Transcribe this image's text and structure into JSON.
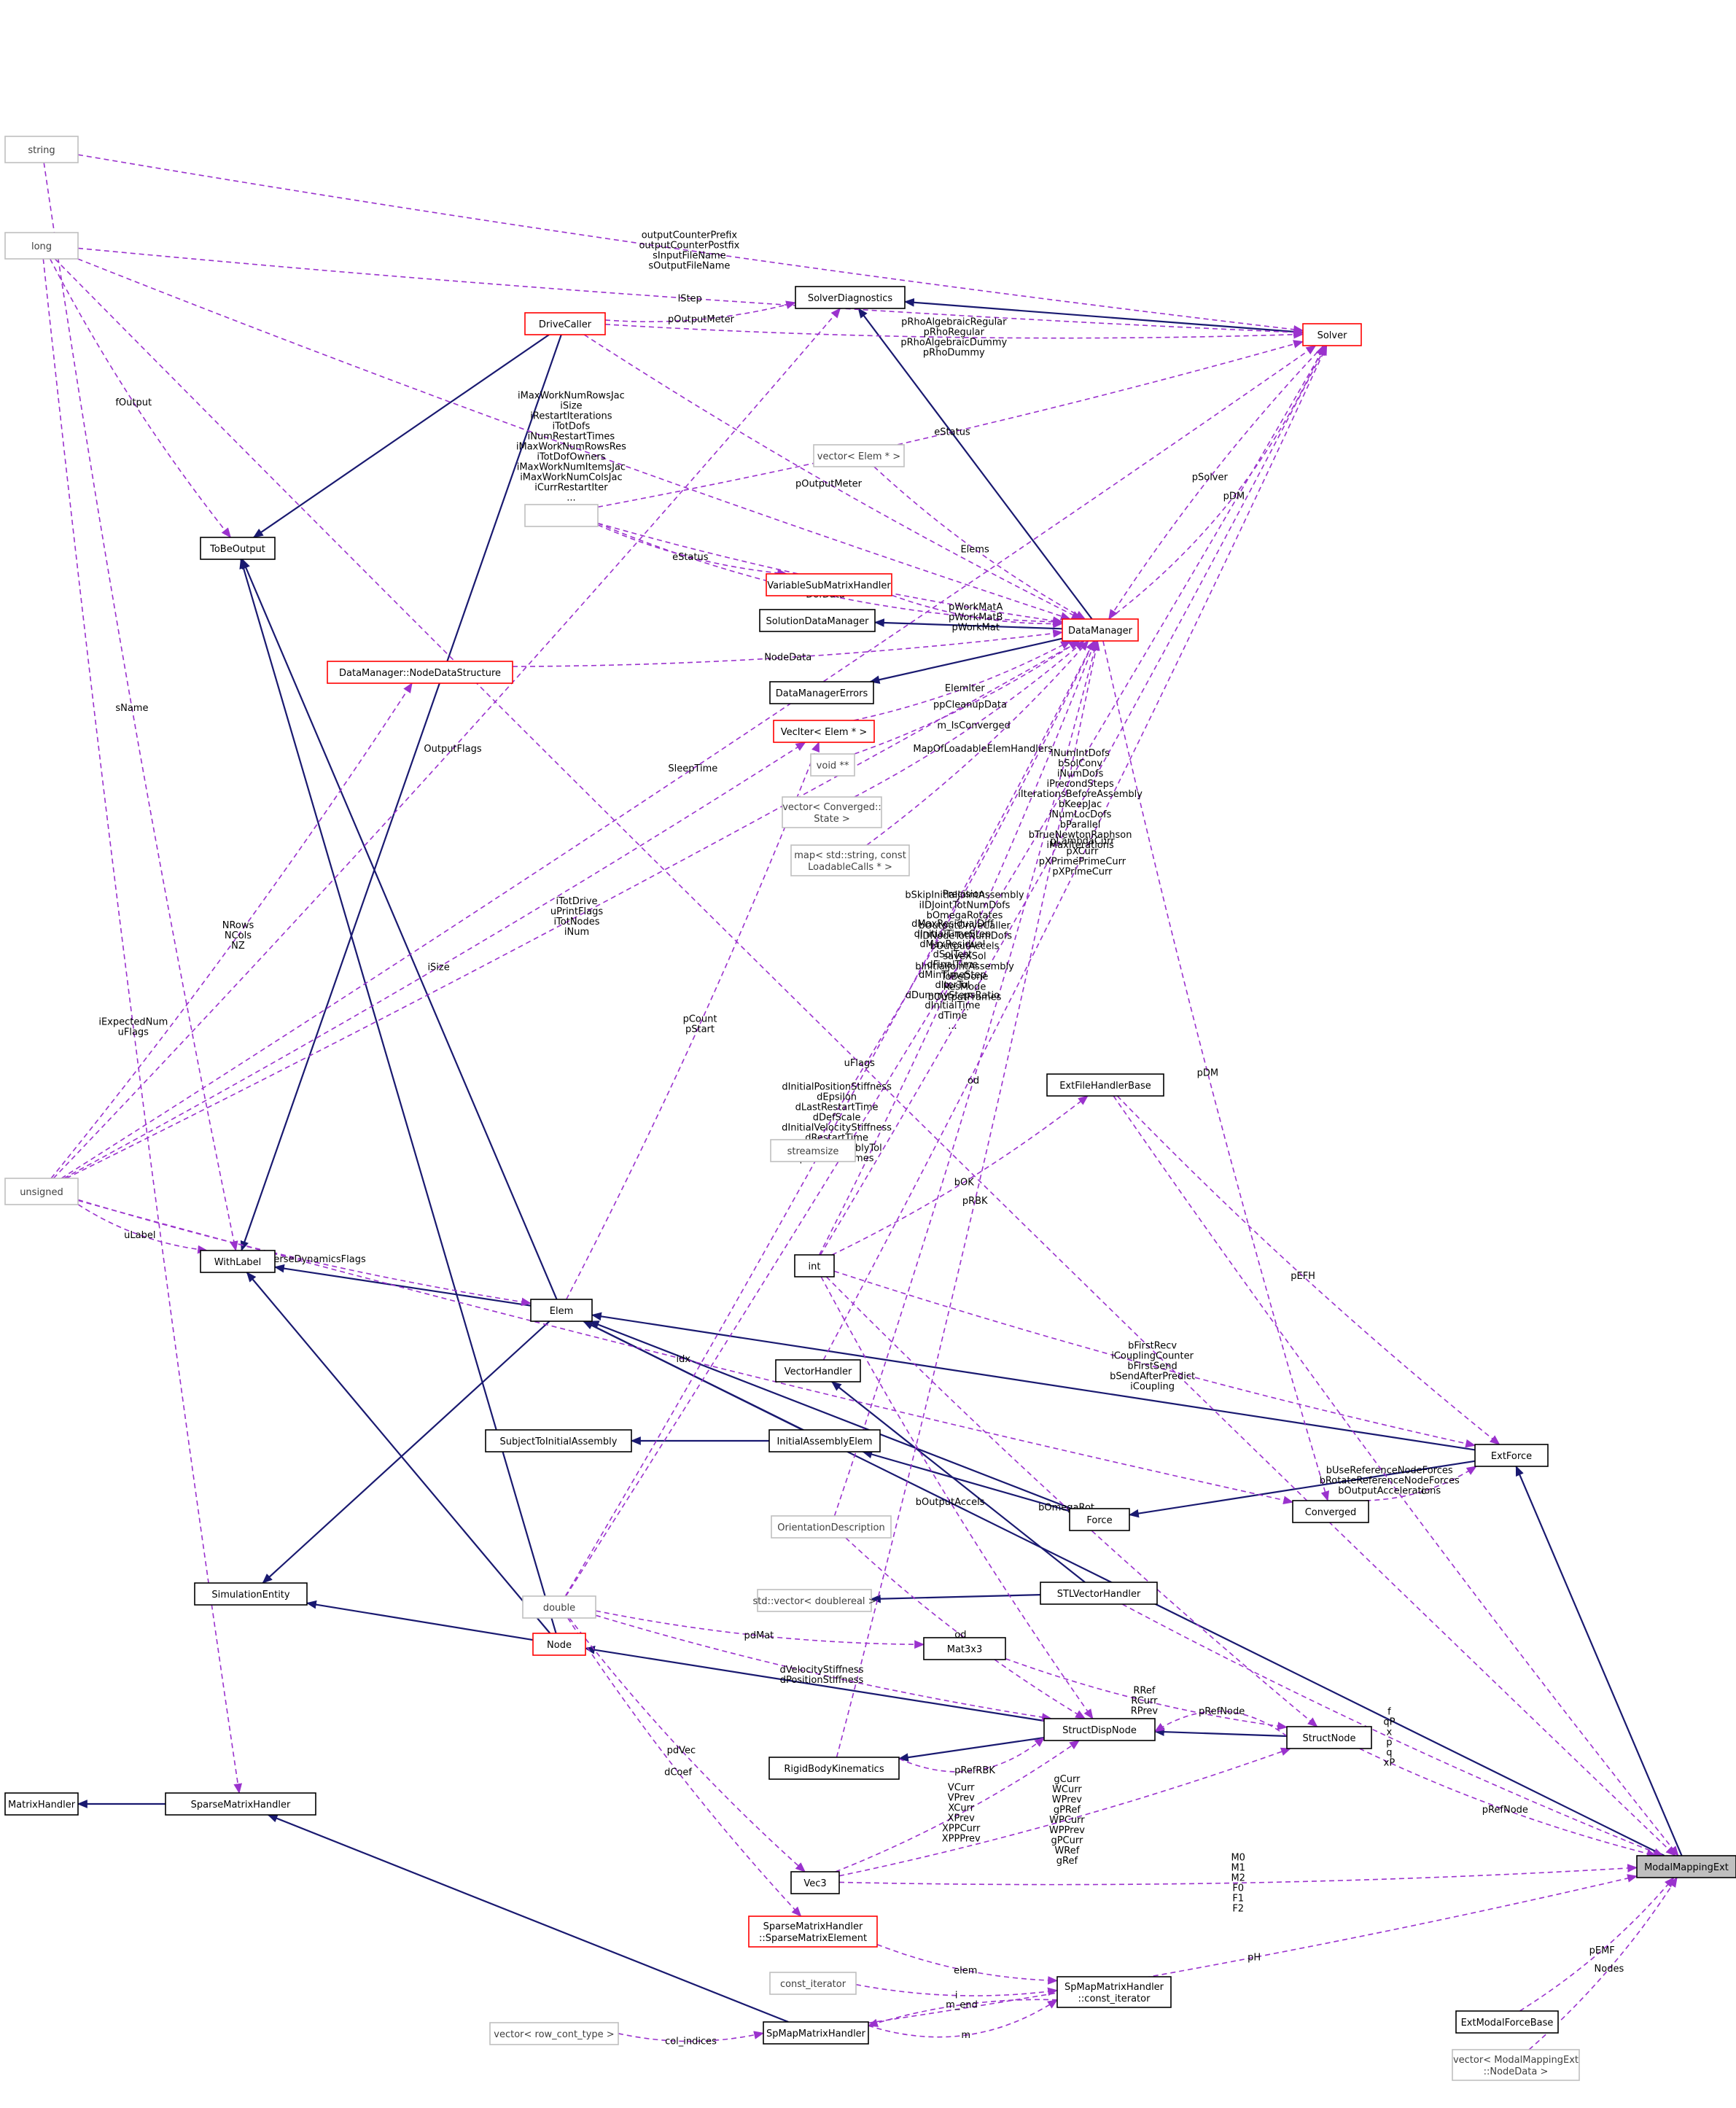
{
  "nodes": {
    "string": {
      "label": "string",
      "style": "gray"
    },
    "long": {
      "label": "long",
      "style": "gray"
    },
    "unsigned": {
      "label": "unsigned",
      "style": "gray"
    },
    "matrix_handler": {
      "label": "MatrixHandler",
      "style": "normal"
    },
    "sparse_matrix_handler": {
      "label": "SparseMatrixHandler",
      "style": "normal"
    },
    "to_be_output": {
      "label": "ToBeOutput",
      "style": "normal"
    },
    "with_label": {
      "label": "WithLabel",
      "style": "normal"
    },
    "simulation_entity": {
      "label": "SimulationEntity",
      "style": "normal"
    },
    "drive_caller": {
      "label": "DriveCaller",
      "style": "red"
    },
    "data_manager_node_data_structure": {
      "label": "DataManager::NodeDataStructure",
      "style": "red"
    },
    "subject_to_initial_assembly": {
      "label": "SubjectToInitialAssembly",
      "style": "normal"
    },
    "elem": {
      "label": "Elem",
      "style": "normal"
    },
    "node": {
      "label": "Node",
      "style": "red"
    },
    "double": {
      "label": "double",
      "style": "gray"
    },
    "solver_diagnostics": {
      "label": "SolverDiagnostics",
      "style": "normal"
    },
    "vector_elem_ptr": {
      "label": "vector< Elem * >",
      "style": "gray"
    },
    "empty_type": {
      "label": "",
      "style": "gray"
    },
    "variable_sub_matrix_handler": {
      "label": "VariableSubMatrixHandler",
      "style": "red"
    },
    "solution_data_manager": {
      "label": "SolutionDataManager",
      "style": "normal"
    },
    "data_manager_errors": {
      "label": "DataManagerErrors",
      "style": "normal"
    },
    "vec_iter_elem": {
      "label": "VecIter< Elem * >",
      "style": "red"
    },
    "void_ptr_ptr": {
      "label": "void **",
      "style": "gray"
    },
    "vector_converged_state": {
      "label_lines": [
        "vector< Converged::",
        "State >"
      ],
      "style": "gray"
    },
    "map_loadable_calls": {
      "label_lines": [
        "map< std::string, const",
        "LoadableCalls * >"
      ],
      "style": "gray"
    },
    "streamsize": {
      "label": "streamsize",
      "style": "gray"
    },
    "int": {
      "label": "int",
      "style": "normal"
    },
    "vector_handler": {
      "label": "VectorHandler",
      "style": "normal"
    },
    "initial_assembly_elem": {
      "label": "InitialAssemblyElem",
      "style": "normal"
    },
    "orientation_description": {
      "label": "OrientationDescription",
      "style": "gray"
    },
    "std_vector_doublereal": {
      "label": "std::vector< doublereal >",
      "style": "gray"
    },
    "mat3x3": {
      "label": "Mat3x3",
      "style": "normal"
    },
    "rigid_body_kinematics": {
      "label": "RigidBodyKinematics",
      "style": "normal"
    },
    "vec3": {
      "label": "Vec3",
      "style": "normal"
    },
    "sparse_matrix_element": {
      "label_lines": [
        "SparseMatrixHandler",
        "::SparseMatrixElement"
      ],
      "style": "red"
    },
    "const_iterator": {
      "label": "const_iterator",
      "style": "gray"
    },
    "vector_row_cont_type": {
      "label": "vector< row_cont_type >",
      "style": "gray"
    },
    "sp_map_matrix_handler": {
      "label": "SpMapMatrixHandler",
      "style": "normal"
    },
    "sp_map_const_iterator": {
      "label_lines": [
        "SpMapMatrixHandler",
        "::const_iterator"
      ],
      "style": "normal"
    },
    "data_manager": {
      "label": "DataManager",
      "style": "red"
    },
    "solver": {
      "label": "Solver",
      "style": "red"
    },
    "ext_file_handler_base": {
      "label": "ExtFileHandlerBase",
      "style": "normal"
    },
    "ext_force": {
      "label": "ExtForce",
      "style": "normal"
    },
    "converged": {
      "label": "Converged",
      "style": "normal"
    },
    "force": {
      "label": "Force",
      "style": "normal"
    },
    "stl_vector_handler": {
      "label": "STLVectorHandler",
      "style": "normal"
    },
    "struct_disp_node": {
      "label": "StructDispNode",
      "style": "normal"
    },
    "struct_node": {
      "label": "StructNode",
      "style": "normal"
    },
    "modal_mapping_ext": {
      "label": "ModalMappingExt",
      "style": "highlight"
    },
    "ext_modal_force_base": {
      "label": "ExtModalForceBase",
      "style": "normal"
    },
    "vector_modal_mapping_node_data": {
      "label_lines": [
        "vector< ModalMappingExt",
        "::NodeData >"
      ],
      "style": "gray"
    }
  },
  "edges": [
    {
      "from": "matrix_handler",
      "to": "sparse_matrix_handler",
      "kind": "inherit",
      "label": []
    },
    {
      "from": "sparse_matrix_handler",
      "to": "sp_map_matrix_handler",
      "kind": "inherit",
      "label": []
    },
    {
      "from": "to_be_output",
      "to": "drive_caller",
      "kind": "inherit",
      "label": []
    },
    {
      "from": "to_be_output",
      "to": "elem",
      "kind": "inherit",
      "label": []
    },
    {
      "from": "to_be_output",
      "to": "node",
      "kind": "inherit",
      "label": []
    },
    {
      "from": "with_label",
      "to": "drive_caller",
      "kind": "inherit",
      "label": []
    },
    {
      "from": "with_label",
      "to": "elem",
      "kind": "inherit",
      "label": []
    },
    {
      "from": "with_label",
      "to": "node",
      "kind": "inherit",
      "label": []
    },
    {
      "from": "simulation_entity",
      "to": "elem",
      "kind": "inherit",
      "label": []
    },
    {
      "from": "simulation_entity",
      "to": "node",
      "kind": "inherit",
      "label": []
    },
    {
      "from": "elem",
      "to": "initial_assembly_elem",
      "kind": "inherit",
      "label": []
    },
    {
      "from": "elem",
      "to": "force",
      "kind": "inherit",
      "label": []
    },
    {
      "from": "elem",
      "to": "ext_force",
      "kind": "inherit",
      "label": []
    },
    {
      "from": "elem",
      "to": "modal_mapping_ext",
      "kind": "inherit",
      "label": []
    },
    {
      "from": "subject_to_initial_assembly",
      "to": "initial_assembly_elem",
      "kind": "inherit",
      "label": []
    },
    {
      "from": "initial_assembly_elem",
      "to": "force",
      "kind": "inherit",
      "label": []
    },
    {
      "from": "force",
      "to": "ext_force",
      "kind": "inherit",
      "label": []
    },
    {
      "from": "ext_force",
      "to": "modal_mapping_ext",
      "kind": "inherit",
      "label": []
    },
    {
      "from": "solver_diagnostics",
      "to": "data_manager",
      "kind": "inherit",
      "label": []
    },
    {
      "from": "solver_diagnostics",
      "to": "solver",
      "kind": "inherit",
      "label": []
    },
    {
      "from": "solution_data_manager",
      "to": "data_manager",
      "kind": "inherit",
      "label": []
    },
    {
      "from": "data_manager_errors",
      "to": "data_manager",
      "kind": "inherit",
      "label": []
    },
    {
      "from": "vector_handler",
      "to": "stl_vector_handler",
      "kind": "inherit",
      "label": []
    },
    {
      "from": "std_vector_doublereal",
      "to": "stl_vector_handler",
      "kind": "inherit",
      "label": []
    },
    {
      "from": "node",
      "to": "struct_disp_node",
      "kind": "inherit",
      "label": []
    },
    {
      "from": "struct_disp_node",
      "to": "struct_node",
      "kind": "inherit",
      "label": []
    },
    {
      "from": "rigid_body_kinematics",
      "to": "struct_disp_node",
      "kind": "inherit",
      "label": []
    },
    {
      "from": "string",
      "to": "solver",
      "kind": "use",
      "label": [
        "outputCounterPrefix",
        "outputCounterPostfix",
        "sInputFileName",
        "sOutputFileName"
      ]
    },
    {
      "from": "long",
      "to": "solver",
      "kind": "use",
      "label": [
        "lStep"
      ]
    },
    {
      "from": "string",
      "to": "with_label",
      "kind": "use",
      "label": [
        "sName"
      ]
    },
    {
      "from": "long",
      "to": "data_manager",
      "kind": "use",
      "label": [
        "iMaxWorkNumRowsJac",
        "iSize",
        "iRestartIterations",
        "iTotDofs",
        "iNumRestartTimes",
        "iMaxWorkNumRowsRes",
        "iTotDofOwners",
        "iMaxWorkNumItemsJac",
        "iMaxWorkNumColsJac",
        "iCurrRestartIter",
        "..."
      ]
    },
    {
      "from": "long",
      "to": "to_be_output",
      "kind": "use",
      "label": [
        "fOutput"
      ]
    },
    {
      "from": "long",
      "to": "modal_mapping_ext",
      "kind": "use",
      "label": [
        "uFlags"
      ]
    },
    {
      "from": "long",
      "to": "sparse_matrix_handler",
      "kind": "use",
      "label": [
        "iExpectedNum",
        "uFlags"
      ]
    },
    {
      "from": "drive_caller",
      "to": "solver",
      "kind": "use",
      "label": [
        "pRhoAlgebraicRegular",
        "pRhoRegular",
        "pRhoAlgebraicDummy",
        "pRhoDummy"
      ]
    },
    {
      "from": "drive_caller",
      "to": "solver_diagnostics",
      "kind": "use",
      "label": [
        "pOutputMeter"
      ]
    },
    {
      "from": "drive_caller",
      "to": "data_manager",
      "kind": "use",
      "label": [
        "pOutputMeter"
      ]
    },
    {
      "from": "unsigned",
      "to": "solver_diagnostics",
      "kind": "use",
      "label": [
        "OutputFlags"
      ]
    },
    {
      "from": "unsigned",
      "to": "data_manager",
      "kind": "use",
      "label": [
        "iTotDrive",
        "uPrintFlags",
        "iTotNodes",
        "iNum"
      ]
    },
    {
      "from": "unsigned",
      "to": "data_manager_node_data_structure",
      "kind": "use",
      "label": [
        "NRows",
        "NCols",
        "NZ"
      ]
    },
    {
      "from": "unsigned",
      "to": "vec_iter_elem",
      "kind": "use",
      "label": [
        "iSize"
      ]
    },
    {
      "from": "unsigned",
      "to": "solver",
      "kind": "use",
      "label": [
        "SleepTime"
      ]
    },
    {
      "from": "unsigned",
      "to": "with_label",
      "kind": "use",
      "label": [
        "uLabel"
      ]
    },
    {
      "from": "unsigned",
      "to": "elem",
      "kind": "use",
      "label": [
        "m_uInverseDynamicsFlags"
      ]
    },
    {
      "from": "unsigned",
      "to": "converged",
      "kind": "use",
      "label": [
        "idx"
      ]
    },
    {
      "from": "empty_type",
      "to": "solver",
      "kind": "use",
      "label": [
        "eStatus"
      ]
    },
    {
      "from": "empty_type",
      "to": "data_manager",
      "kind": "use",
      "label": [
        "DriveData"
      ]
    },
    {
      "from": "empty_type",
      "to": "data_manager",
      "kind": "use",
      "label": [
        "DofData"
      ]
    },
    {
      "from": "empty_type",
      "to": "variable_sub_matrix_handler",
      "kind": "use",
      "label": [
        "eStatus"
      ]
    },
    {
      "from": "vector_elem_ptr",
      "to": "data_manager",
      "kind": "use",
      "label": [
        "Elems"
      ]
    },
    {
      "from": "variable_sub_matrix_handler",
      "to": "data_manager",
      "kind": "use",
      "label": [
        "pWorkMatA",
        "pWorkMatB",
        "pWorkMat"
      ]
    },
    {
      "from": "data_manager_node_data_structure",
      "to": "data_manager",
      "kind": "use",
      "label": [
        "NodeData"
      ]
    },
    {
      "from": "vec_iter_elem",
      "to": "data_manager",
      "kind": "use",
      "label": [
        "ElemIter"
      ]
    },
    {
      "from": "void_ptr_ptr",
      "to": "data_manager",
      "kind": "use",
      "label": [
        "ppCleanupData"
      ]
    },
    {
      "from": "vector_converged_state",
      "to": "data_manager",
      "kind": "use",
      "label": [
        "m_IsConverged"
      ]
    },
    {
      "from": "map_loadable_calls",
      "to": "data_manager",
      "kind": "use",
      "label": [
        "MapOfLoadableElemHandlers"
      ]
    },
    {
      "from": "elem",
      "to": "vec_iter_elem",
      "kind": "use",
      "label": [
        "pCount",
        "pStart"
      ]
    },
    {
      "from": "solver",
      "to": "data_manager",
      "kind": "use",
      "label": [
        "pSolver"
      ]
    },
    {
      "from": "data_manager",
      "to": "solver",
      "kind": "use",
      "label": [
        "pDM"
      ]
    },
    {
      "from": "double",
      "to": "data_manager",
      "kind": "use",
      "label": [
        "dInitialPositionStiffness",
        "dEpsilon",
        "dLastRestartTime",
        "dDefScale",
        "dInitialVelocityStiffness",
        "dRestartTime",
        "dInitialAssemblyTol",
        "pdRestartTimes"
      ]
    },
    {
      "from": "double",
      "to": "solver",
      "kind": "use",
      "label": [
        "dMaxResidualDiff",
        "dInitialTimeStep",
        "dMaxResidual",
        "dSolTest",
        "dFinalTime",
        "dMinTimeStep",
        "dIterTol",
        "dDummyStepsRatio",
        "dInitialTime",
        "dTime",
        "..."
      ]
    },
    {
      "from": "int",
      "to": "data_manager",
      "kind": "use",
      "label": [
        "bSkipInitialJointAssembly",
        "iIDJointTotNumDofs",
        "bOmegaRotates",
        "bOutputDriveCaller",
        "iIDNodeTotNumDofs",
        "bOutputAccels",
        "saveXSol",
        "bInitialJointAssembly",
        "ToBeDone",
        "ResMode",
        "bOutputFrames",
        "..."
      ]
    },
    {
      "from": "streamsize",
      "to": "data_manager",
      "kind": "use",
      "label": [
        "Precision"
      ]
    },
    {
      "from": "int",
      "to": "solver",
      "kind": "use",
      "label": [
        "iNumIntDofs",
        "bSolConv",
        "iNumDofs",
        "iPrecondSteps",
        "iIterationsBeforeAssembly",
        "bKeepJac",
        "iNumLocDofs",
        "bParallel",
        "bTrueNewtonRaphson",
        "iMaxIterations",
        "..."
      ]
    },
    {
      "from": "int",
      "to": "ext_file_handler_base",
      "kind": "use",
      "label": [
        "bOK"
      ]
    },
    {
      "from": "int",
      "to": "ext_force",
      "kind": "use",
      "label": [
        "bFirstRecv",
        "iCouplingCounter",
        "bFirstSend",
        "bSendAfterPredict",
        "iCoupling"
      ]
    },
    {
      "from": "int",
      "to": "struct_disp_node",
      "kind": "use",
      "label": [
        "bOutputAccels"
      ]
    },
    {
      "from": "int",
      "to": "struct_node",
      "kind": "use",
      "label": [
        "bOmegaRot"
      ]
    },
    {
      "from": "vector_handler",
      "to": "solver",
      "kind": "use",
      "label": [
        "pLambdaCurr",
        "pXCurr",
        "pXPrimePrimeCurr",
        "pXPrimeCurr"
      ]
    },
    {
      "from": "ext_file_handler_base",
      "to": "ext_force",
      "kind": "use",
      "label": [
        "pEFH"
      ]
    },
    {
      "from": "ext_file_handler_base",
      "to": "modal_mapping_ext",
      "kind": "use",
      "label": [
        "bUseReferenceNodeForces",
        "bRotateReferenceNodeForces",
        "bOutputAccelerations"
      ]
    },
    {
      "from": "data_manager",
      "to": "converged",
      "kind": "use",
      "label": [
        "pDM"
      ]
    },
    {
      "from": "converged",
      "to": "ext_force",
      "kind": "use",
      "label": [
        "c"
      ]
    },
    {
      "from": "orientation_description",
      "to": "data_manager",
      "kind": "use",
      "label": [
        "od"
      ]
    },
    {
      "from": "orientation_description",
      "to": "struct_disp_node",
      "kind": "use",
      "label": [
        "od"
      ]
    },
    {
      "from": "double",
      "to": "mat3x3",
      "kind": "use",
      "label": [
        "pdMat"
      ]
    },
    {
      "from": "double",
      "to": "struct_disp_node",
      "kind": "use",
      "label": [
        "dVelocityStiffness",
        "dPositionStiffness"
      ]
    },
    {
      "from": "double",
      "to": "vec3",
      "kind": "use",
      "label": [
        "pdVec"
      ]
    },
    {
      "from": "double",
      "to": "sparse_matrix_element",
      "kind": "use",
      "label": [
        "dCoef"
      ]
    },
    {
      "from": "mat3x3",
      "to": "struct_node",
      "kind": "use",
      "label": [
        "RRef",
        "RCurr",
        "RPrev"
      ]
    },
    {
      "from": "rigid_body_kinematics",
      "to": "data_manager",
      "kind": "use",
      "label": [
        "pRBK"
      ]
    },
    {
      "from": "rigid_body_kinematics",
      "to": "struct_disp_node",
      "kind": "use",
      "label": [
        "pRefRBK"
      ]
    },
    {
      "from": "struct_node",
      "to": "struct_disp_node",
      "kind": "use",
      "label": [
        "pRefNode"
      ]
    },
    {
      "from": "vec3",
      "to": "struct_disp_node",
      "kind": "use",
      "label": [
        "VCurr",
        "VPrev",
        "XCurr",
        "XPrev",
        "XPPCurr",
        "XPPPrev"
      ]
    },
    {
      "from": "vec3",
      "to": "struct_node",
      "kind": "use",
      "label": [
        "gCurr",
        "WCurr",
        "WPrev",
        "gPRef",
        "WPCurr",
        "WPPrev",
        "gPCurr",
        "WRef",
        "gRef"
      ]
    },
    {
      "from": "vec3",
      "to": "modal_mapping_ext",
      "kind": "use",
      "label": [
        "M0",
        "M1",
        "M2",
        "F0",
        "F1",
        "F2"
      ]
    },
    {
      "from": "stl_vector_handler",
      "to": "modal_mapping_ext",
      "kind": "use",
      "label": [
        "f",
        "qP",
        "x",
        "p",
        "q",
        "xP"
      ]
    },
    {
      "from": "struct_node",
      "to": "modal_mapping_ext",
      "kind": "use",
      "label": [
        "pRefNode"
      ]
    },
    {
      "from": "sparse_matrix_element",
      "to": "sp_map_const_iterator",
      "kind": "use",
      "label": [
        "elem"
      ]
    },
    {
      "from": "const_iterator",
      "to": "sp_map_const_iterator",
      "kind": "use",
      "label": [
        "i"
      ]
    },
    {
      "from": "sp_map_const_iterator",
      "to": "sp_map_matrix_handler",
      "kind": "use",
      "label": [
        "m_end"
      ]
    },
    {
      "from": "sp_map_matrix_handler",
      "to": "sp_map_const_iterator",
      "kind": "use",
      "label": [
        "m"
      ]
    },
    {
      "from": "vector_row_cont_type",
      "to": "sp_map_matrix_handler",
      "kind": "use",
      "label": [
        "col_indices"
      ]
    },
    {
      "from": "sp_map_matrix_handler",
      "to": "modal_mapping_ext",
      "kind": "use",
      "label": [
        "pH"
      ]
    },
    {
      "from": "ext_modal_force_base",
      "to": "modal_mapping_ext",
      "kind": "use",
      "label": [
        "pEMF"
      ]
    },
    {
      "from": "vector_modal_mapping_node_data",
      "to": "modal_mapping_ext",
      "kind": "use",
      "label": [
        "Nodes"
      ]
    }
  ],
  "colors": {
    "inheritance": "#191970",
    "usage": "#9a32cd",
    "box_border": "#000000",
    "box_border_incomplete": "#ff0000",
    "box_border_external": "#bfbfbf",
    "highlight_fill": "#bfbfbf"
  }
}
